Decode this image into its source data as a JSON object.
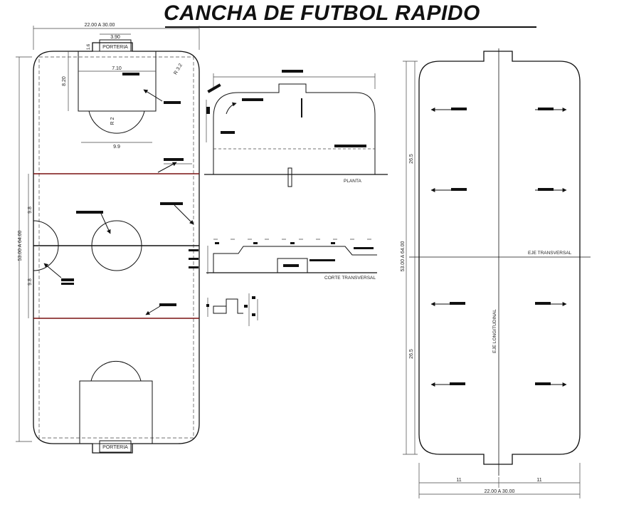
{
  "title": "CANCHA DE FUTBOL RAPIDO",
  "left_field": {
    "width_dim": "22.00 A 30.00",
    "goal_width_dim": "3.90",
    "goal_depth_dim": "1.6",
    "area_width_dim": "7.10",
    "area_depth_dim": "8.20",
    "corner_radius_dim": "R 3.2",
    "penalty_arc_dim": "R 2",
    "arc_width_dim": "9.9",
    "length_dim": "53.00 A 64.00",
    "center_upper_dim": "9.8",
    "center_lower_dim": "9.8",
    "goal_top_label": "PORTERIA",
    "goal_bottom_label": "PORTERIA"
  },
  "plan_detail": {
    "label": "PLANTA"
  },
  "section_detail": {
    "label": "CORTE TRANSVERSAL"
  },
  "right_field": {
    "half_length_upper_dim": "26.5",
    "half_length_lower_dim": "26.5",
    "length_dim": "53.00 A 64.00",
    "transverse_axis_label": "EJE TRANSVERSAL",
    "longitudinal_axis_label": "EJE LONGITUDINAL",
    "half_width_left_dim": "11",
    "half_width_right_dim": "11",
    "width_dim": "22.00 A 30.00"
  },
  "colors": {
    "line": "#111111",
    "dashed": "#333333",
    "red_line": "#7a1010",
    "dim": "#444444"
  }
}
